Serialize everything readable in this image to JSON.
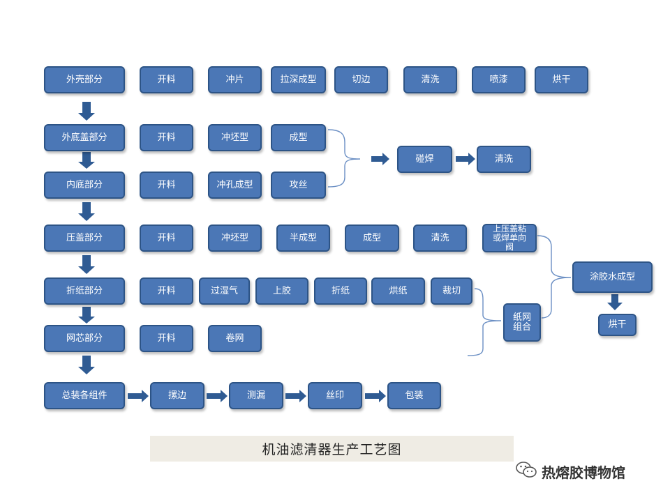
{
  "colors": {
    "box": "#4b77b6",
    "box_border": "#2d5486",
    "arrow": "#2f5b93",
    "bracket": "#6b8fc4"
  },
  "nodes": {
    "shell": [
      "外壳部分",
      "开料",
      "冲片",
      "拉深成型",
      "切边",
      "清洗",
      "喷漆",
      "烘干"
    ],
    "outer_bottom": [
      "外底盖部分",
      "开料",
      "冲坯型",
      "成型"
    ],
    "inner_bottom": [
      "内底部分",
      "开料",
      "冲孔成型",
      "攻丝"
    ],
    "weld": [
      "碰焊",
      "清洗"
    ],
    "press_cover": [
      "压盖部分",
      "开料",
      "冲坯型",
      "半成型",
      "成型",
      "清洗",
      "上压盖粘或焊单向阀"
    ],
    "fold_paper": [
      "折纸部分",
      "开料",
      "过湿气",
      "上胶",
      "折纸",
      "烘纸",
      "裁切"
    ],
    "mesh_core": [
      "网芯部分",
      "开料",
      "卷网"
    ],
    "paper_mesh": "纸网组合",
    "glue": [
      "涂胶水成型",
      "烘干"
    ],
    "assembly": [
      "总装各组件",
      "摞边",
      "测漏",
      "丝印",
      "包装"
    ]
  },
  "caption": "机油滤清器生产工艺图",
  "watermark": {
    "icon": "wechat-icon",
    "text": "热熔胶博物馆"
  }
}
